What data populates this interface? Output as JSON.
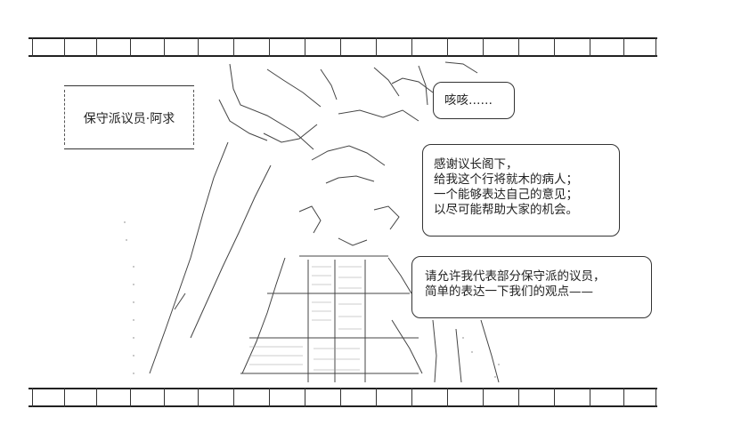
{
  "caption": {
    "text": "保守派议员·阿求"
  },
  "bubble_cough": {
    "text": "咳咳……"
  },
  "bubble_thanks": {
    "lines": [
      "感谢议长阁下，",
      "给我这个行将就木的病人；",
      "一个能够表达自己的意见；",
      "以尽可能帮助大家的机会。"
    ]
  },
  "bubble_request": {
    "lines": [
      "请允许我代表部分保守派的议员，",
      "简单的表达一下我们的观点——"
    ]
  },
  "colors": {
    "ink": "#222222",
    "background": "#ffffff"
  }
}
